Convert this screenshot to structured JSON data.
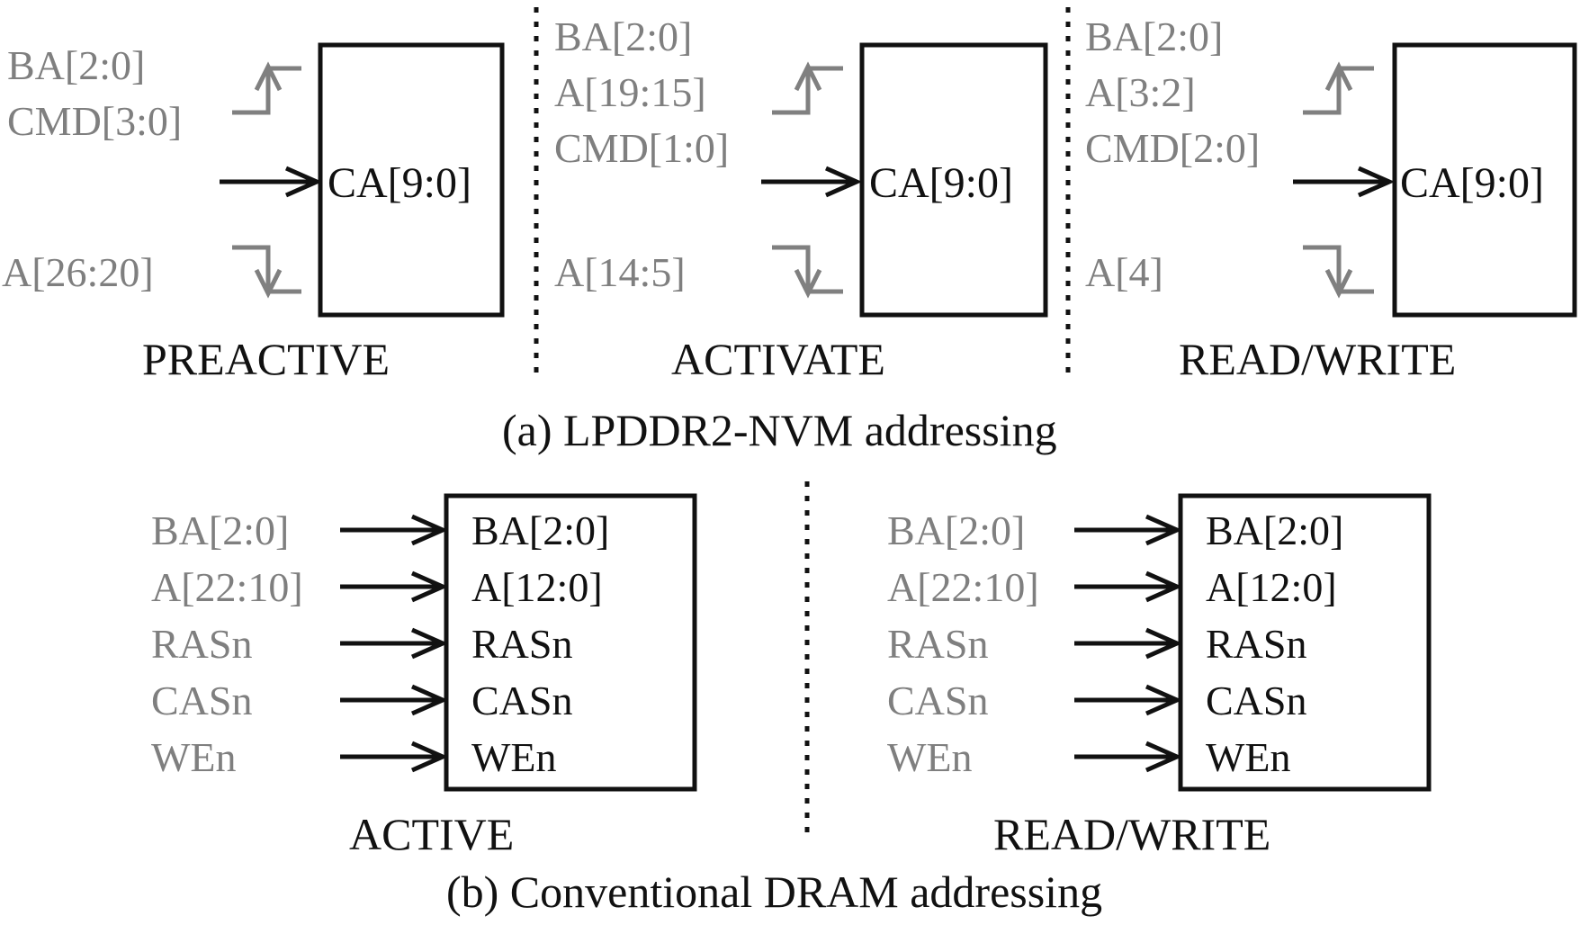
{
  "panel_a": {
    "caption": "(a) LPDDR2-NVM addressing",
    "phases": [
      {
        "name": "PREACTIVE",
        "box_label": "CA[9:0]",
        "upper_inputs": [
          "BA[2:0]",
          "CMD[3:0]"
        ],
        "lower_inputs": [
          "A[26:20]"
        ]
      },
      {
        "name": "ACTIVATE",
        "box_label": "CA[9:0]",
        "upper_inputs": [
          "BA[2:0]",
          "A[19:15]",
          "CMD[1:0]"
        ],
        "lower_inputs": [
          "A[14:5]"
        ]
      },
      {
        "name": "READ/WRITE",
        "box_label": "CA[9:0]",
        "upper_inputs": [
          "BA[2:0]",
          "A[3:2]",
          "CMD[2:0]"
        ],
        "lower_inputs": [
          "A[4]"
        ]
      }
    ]
  },
  "panel_b": {
    "caption": "(b) Conventional DRAM addressing",
    "phases": [
      {
        "name": "ACTIVE",
        "inputs": [
          "BA[2:0]",
          "A[22:10]",
          "RASn",
          "CASn",
          "WEn"
        ],
        "pins": [
          "BA[2:0]",
          "A[12:0]",
          "RASn",
          "CASn",
          "WEn"
        ]
      },
      {
        "name": "READ/WRITE",
        "inputs": [
          "BA[2:0]",
          "A[22:10]",
          "RASn",
          "CASn",
          "WEn"
        ],
        "pins": [
          "BA[2:0]",
          "A[12:0]",
          "RASn",
          "CASn",
          "WEn"
        ]
      }
    ]
  },
  "colors": {
    "signal_text": "#7f7f7f",
    "pin_text": "#111111",
    "gray_arrow": "#808080"
  }
}
